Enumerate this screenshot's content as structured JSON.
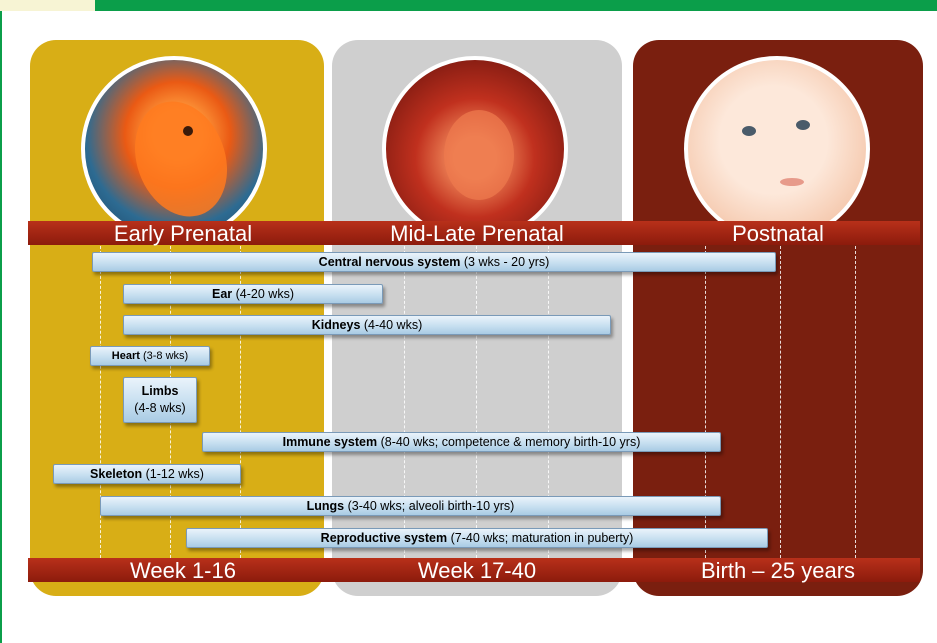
{
  "stages": [
    {
      "label": "Early Prenatal"
    },
    {
      "label": "Mid-Late Prenatal"
    },
    {
      "label": "Postnatal"
    }
  ],
  "periods": [
    {
      "label": "Week 1-16"
    },
    {
      "label": "Week 17-40"
    },
    {
      "label": "Birth – 25 years"
    }
  ],
  "systems": [
    {
      "name": "Central nervous system",
      "range": "(3 wks - 20 yrs)"
    },
    {
      "name": "Ear",
      "range": "(4-20 wks)"
    },
    {
      "name": "Kidneys",
      "range": "(4-40 wks)"
    },
    {
      "name": "Heart",
      "range": "(3-8 wks)"
    },
    {
      "name": "Limbs",
      "range": "(4-8 wks)"
    },
    {
      "name": "Immune system",
      "range": "(8-40 wks; competence & memory birth-10 yrs)"
    },
    {
      "name": "Skeleton",
      "range": "(1-12 wks)"
    },
    {
      "name": "Lungs",
      "range": "(3-40 wks; alveoli birth-10 yrs)"
    },
    {
      "name": "Reproductive system",
      "range": "(7-40 wks; maturation in puberty)"
    }
  ],
  "colors": {
    "early_panel": "#d8ae16",
    "mid_panel": "#cfcfcf",
    "postnatal_panel": "#7a1f0f",
    "band": "#a5240f",
    "bar_fill": "#c7dff0",
    "top_accent": "#0b9e4a"
  }
}
